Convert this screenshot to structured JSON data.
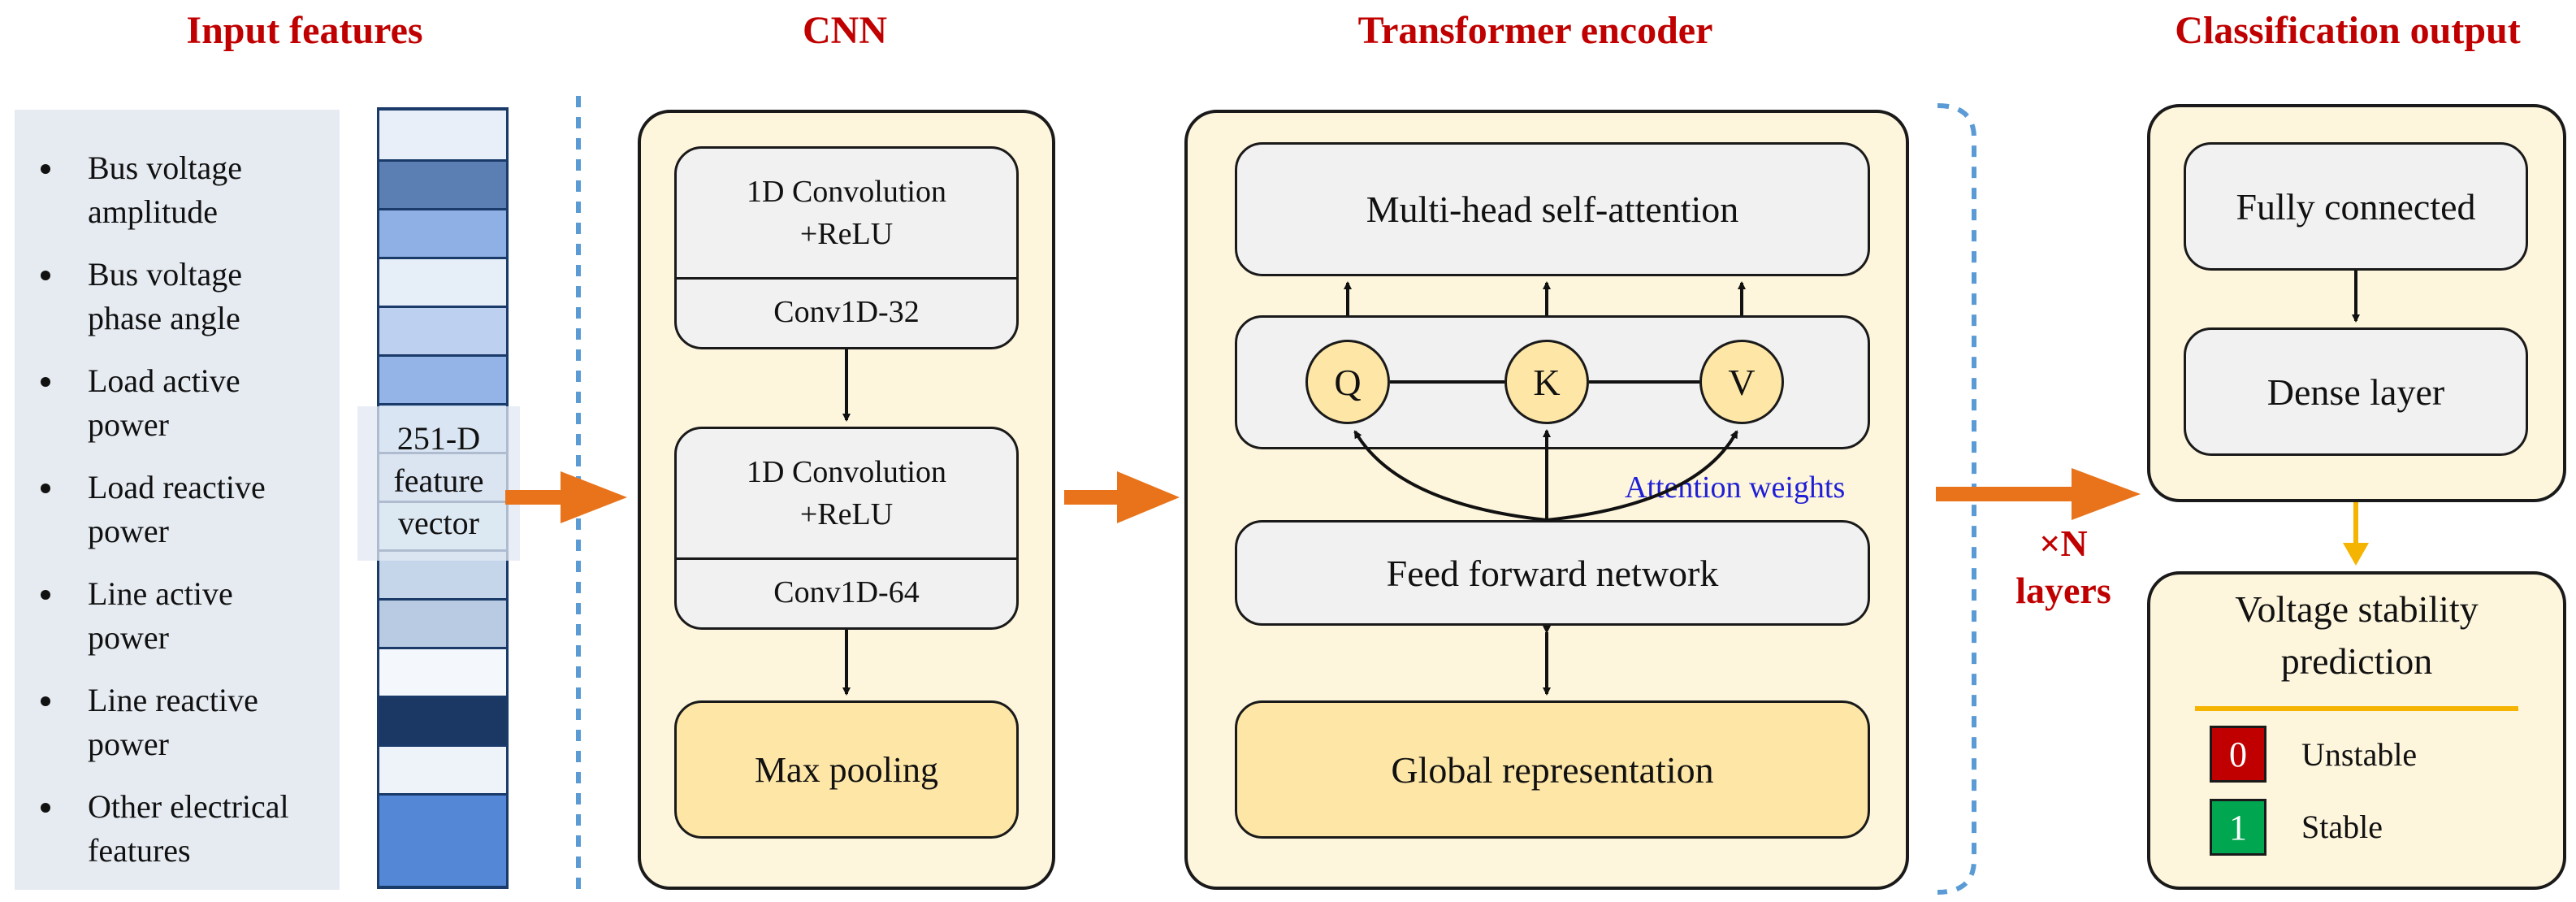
{
  "titles": {
    "input": "Input features",
    "cnn": "CNN",
    "transformer": "Transformer encoder",
    "classification": "Classification output"
  },
  "features": [
    [
      "Bus voltage",
      "amplitude"
    ],
    [
      "Bus voltage",
      "phase angle"
    ],
    [
      "Load active",
      "power"
    ],
    [
      "Load reactive",
      "power"
    ],
    [
      "Line active",
      "power"
    ],
    [
      "Line reactive",
      "power"
    ],
    [
      "Other electrical",
      "features"
    ]
  ],
  "feature_vector": {
    "label": [
      "251-D",
      "feature",
      "vector"
    ],
    "cell_colors": [
      "#e9eff8",
      "#5b7fb2",
      "#8fb0e4",
      "#e6eef8",
      "#bdd0ef",
      "#94b3e6",
      "#bfd9f1",
      "#c8dcef",
      "#cbe6ef",
      "#c5d5ea",
      "#b9cbe3",
      "#f4f7fc",
      "#1b3763",
      "#eef3fa",
      "#5488d6"
    ]
  },
  "cnn": {
    "conv1": {
      "line1": "1D Convolution",
      "line2": "+ReLU",
      "name": "Conv1D-32"
    },
    "conv2": {
      "line1": "1D Convolution",
      "line2": "+ReLU",
      "name": "Conv1D-64"
    },
    "pool": "Max pooling"
  },
  "transformer": {
    "mhsa": "Multi-head self-attention",
    "q": "Q",
    "k": "K",
    "v": "V",
    "attention_weights": "Attention weights",
    "ffn": "Feed forward network",
    "global": "Global representation",
    "repeat_line1": "×N",
    "repeat_line2": "layers"
  },
  "classification": {
    "fc": "Fully connected",
    "dense": "Dense layer",
    "prediction_line1": "Voltage stability",
    "prediction_line2": "prediction",
    "classes": [
      {
        "code": "0",
        "label": "Unstable",
        "color": "#c00000"
      },
      {
        "code": "1",
        "label": "Stable",
        "color": "#00a650"
      }
    ]
  },
  "colors": {
    "title": "#c00000",
    "flow_arrow": "#e8731a",
    "dashed": "#5b9bd5",
    "attention_text": "#1f1fd6",
    "yellow_line": "#f4b400"
  }
}
